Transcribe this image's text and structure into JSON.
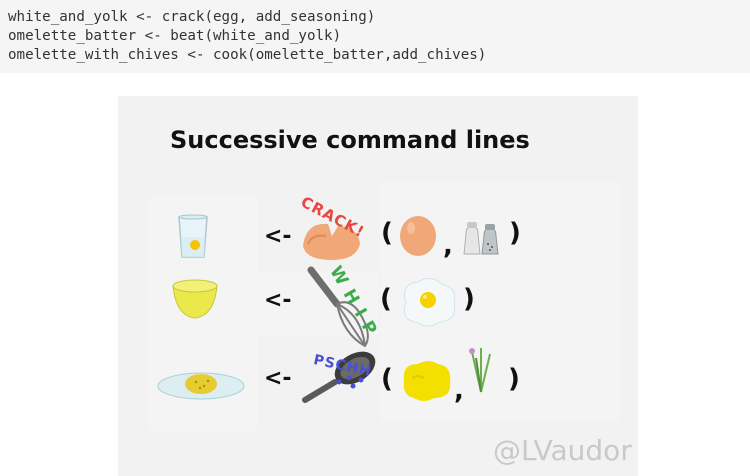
{
  "code": {
    "lines": [
      "white_and_yolk <- crack(egg, add_seasoning)",
      "omelette_batter <- beat(white_and_yolk)",
      "omelette_with_chives <- cook(omelette_batter,add_chives)"
    ]
  },
  "slide": {
    "title": "Successive command lines",
    "arrow": "<-",
    "open_paren": "(",
    "close_paren": ")",
    "comma": ",",
    "rows": [
      {
        "result_icon": "glass-of-egg-icon",
        "verb": "crack",
        "verb_label": "CRACK!",
        "args": [
          "egg-icon",
          "salt-and-pepper-shakers-icon"
        ]
      },
      {
        "result_icon": "bowl-of-batter-icon",
        "verb": "beat",
        "verb_label": "WHIP",
        "args": [
          "cracked-egg-icon"
        ]
      },
      {
        "result_icon": "omelette-plate-icon",
        "verb": "cook",
        "verb_label": "PSCHH",
        "args": [
          "omelette-batter-icon",
          "chives-icon"
        ]
      }
    ],
    "accent_colors": {
      "crack": "#e8463f",
      "whip": "#3cab4a",
      "pschh": "#4a4fd6"
    }
  },
  "watermark": "@LVaudor"
}
